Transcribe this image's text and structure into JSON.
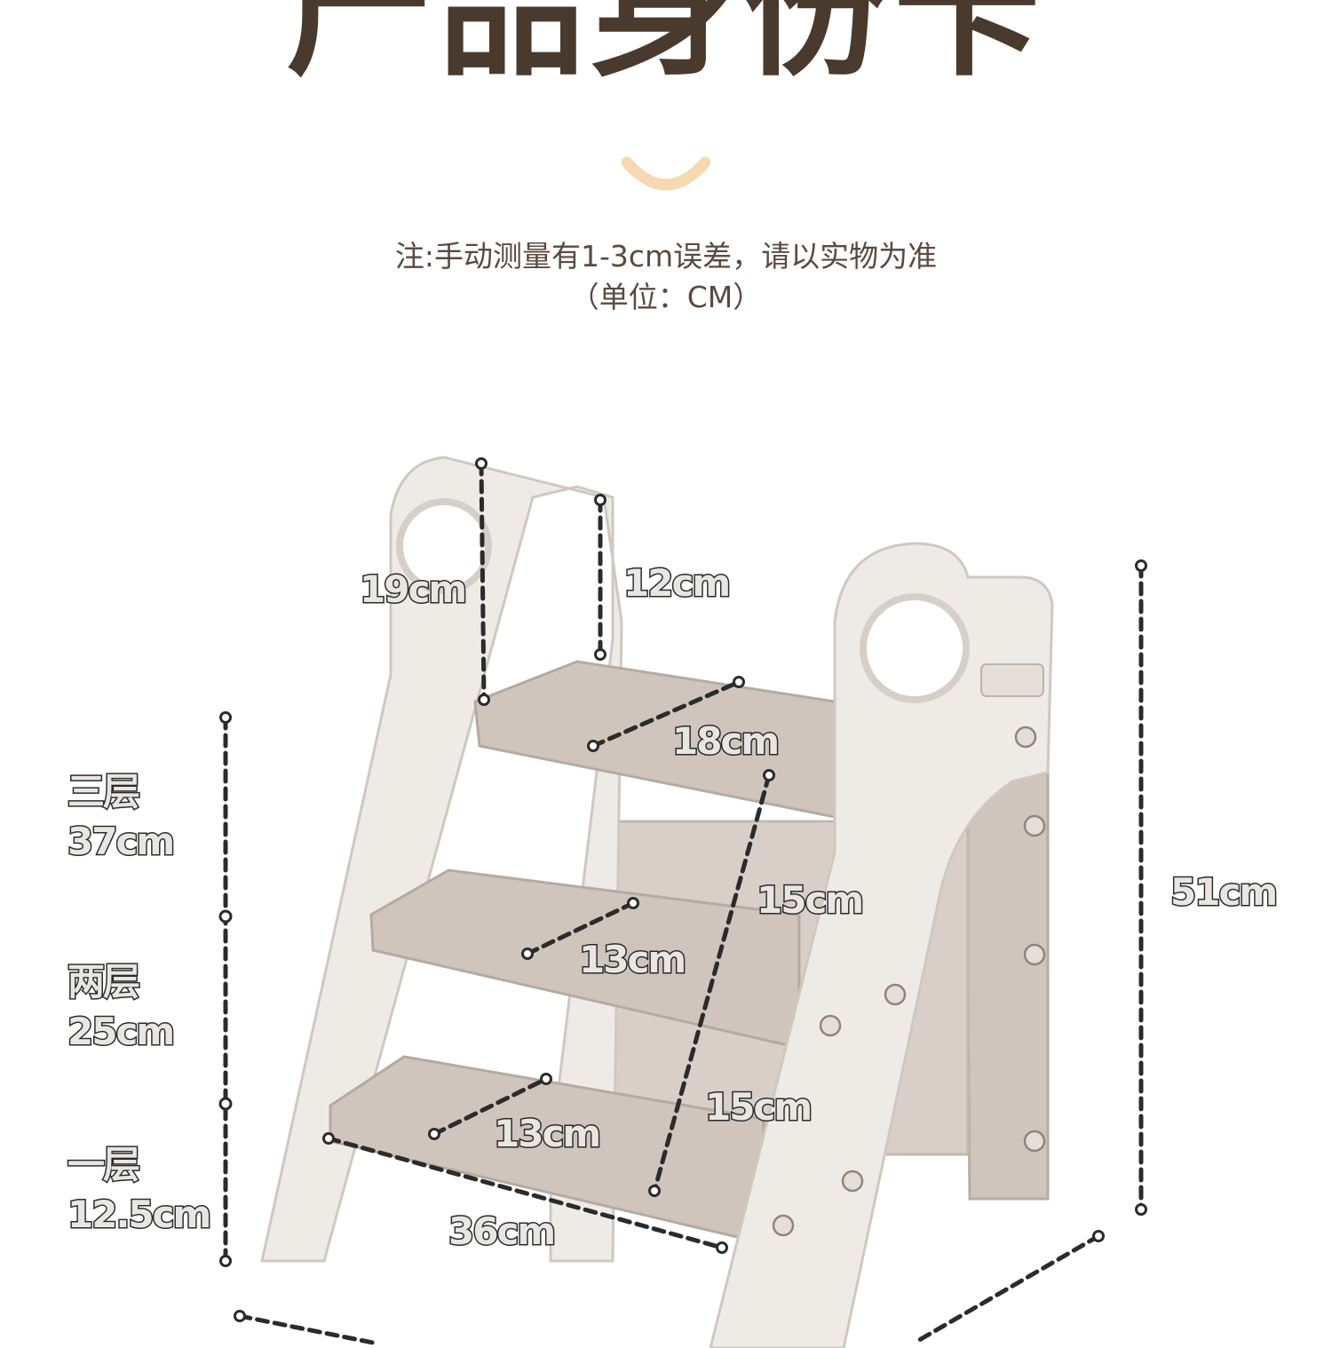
{
  "title": "产品身份卡",
  "note": {
    "line1": "注:手动测量有1-3cm误差，请以实物为准",
    "line2": "（单位：CM）"
  },
  "colors": {
    "title": "#4a3a2e",
    "note_text": "#5a4a40",
    "accent_smile": "#f6d8b2",
    "product_white": "#eeebe7",
    "product_tread": "#cfc5bc",
    "dimension_line": "#2b2b2b"
  },
  "dimensions": {
    "handle_height": "19cm",
    "top_rail_height": "12cm",
    "top_step_depth": "18cm",
    "step_gap_upper": "15cm",
    "middle_step_depth": "13cm",
    "step_gap_lower": "15cm",
    "bottom_step_depth": "13cm",
    "base_width": "36cm",
    "total_height": "51cm",
    "level_3": {
      "name": "三层",
      "height": "37cm"
    },
    "level_2": {
      "name": "两层",
      "height": "25cm"
    },
    "level_1": {
      "name": "一层",
      "height": "12.5cm"
    }
  }
}
